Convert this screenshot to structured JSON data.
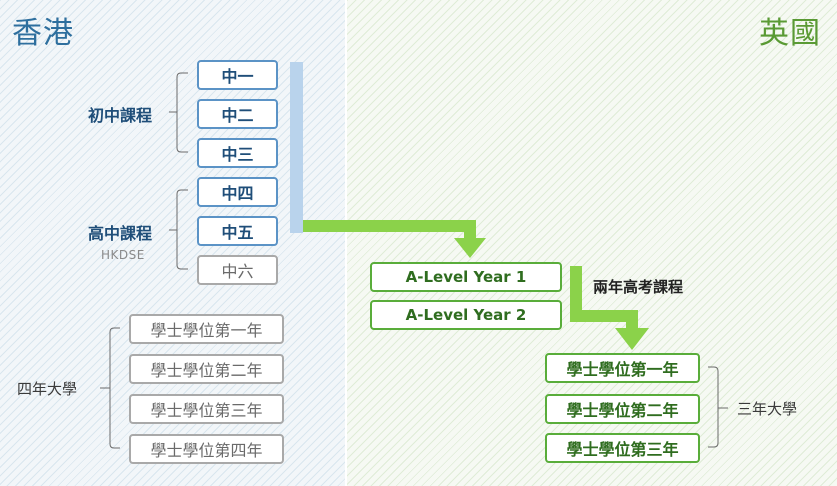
{
  "hong_kong": {
    "title": "香港",
    "junior": {
      "label": "初中課程",
      "forms": [
        "中一",
        "中二",
        "中三"
      ]
    },
    "senior": {
      "label": "高中課程",
      "sublabel": "HKDSE",
      "forms": [
        "中四",
        "中五",
        "中六"
      ]
    },
    "university": {
      "label": "四年大學",
      "years": [
        "學士學位第一年",
        "學士學位第二年",
        "學士學位第三年",
        "學士學位第四年"
      ]
    }
  },
  "uk": {
    "title": "英國",
    "alevel": {
      "label": "兩年高考課程",
      "years": [
        "A-Level Year 1",
        "A-Level Year 2"
      ]
    },
    "university": {
      "label": "三年大學",
      "years": [
        "學士學位第一年",
        "學士學位第二年",
        "學士學位第三年"
      ]
    }
  },
  "colors": {
    "hk_blue": "#5b93c6",
    "uk_green": "#59ad3a",
    "arrow_green": "#8bd24a",
    "bar_blue": "#b9d3ec",
    "grey": "#a9a9a9"
  }
}
